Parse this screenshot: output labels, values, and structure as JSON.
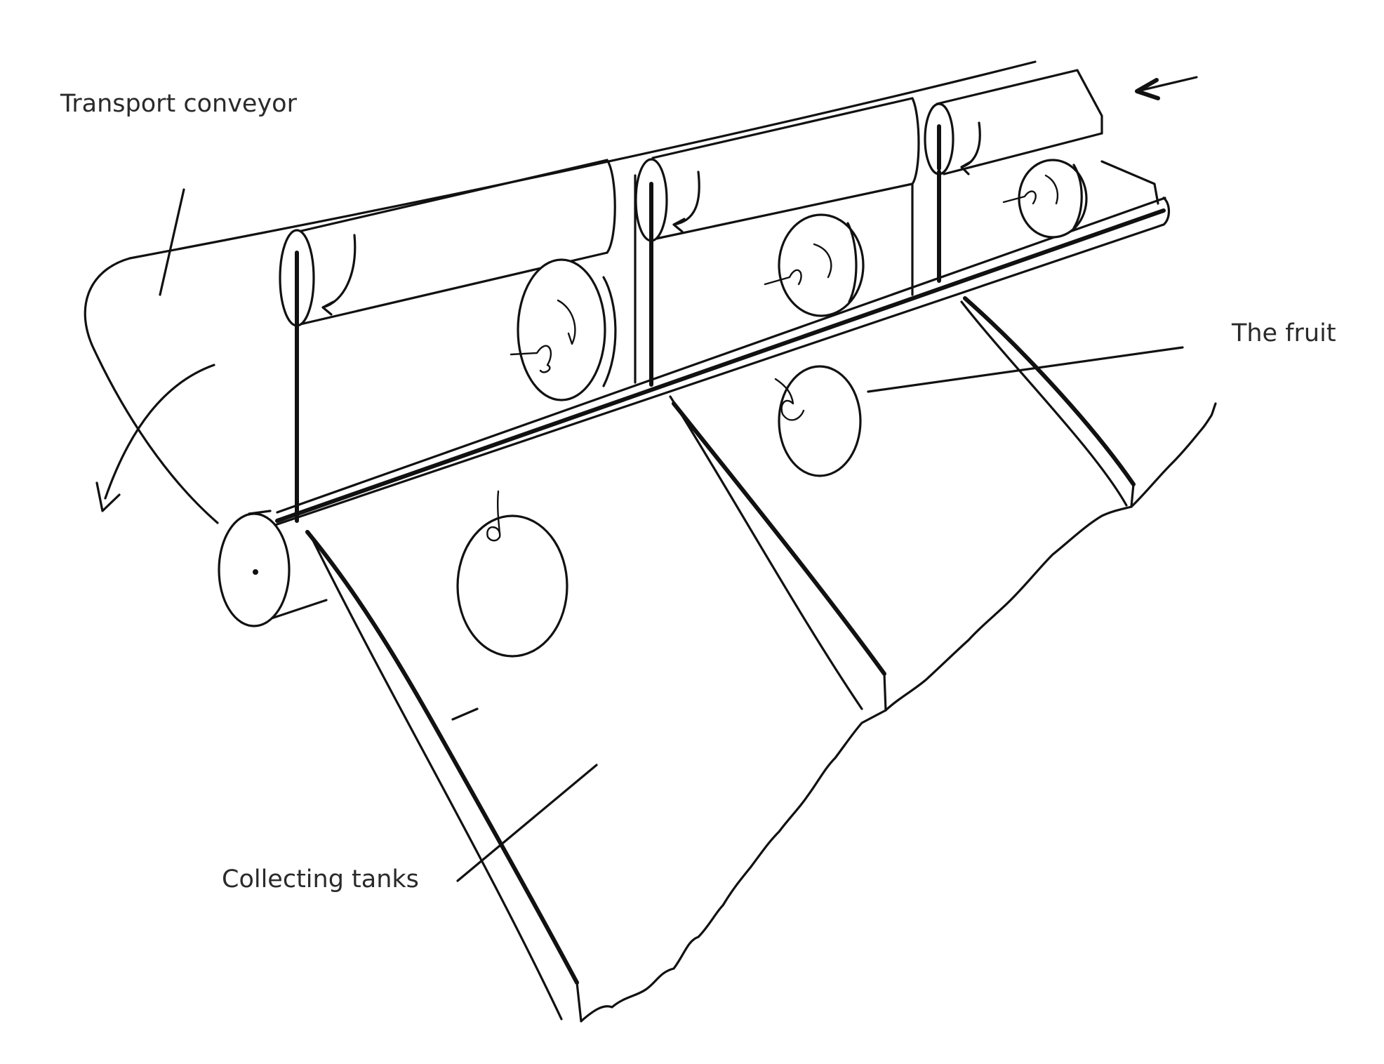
{
  "labels": {
    "transport_conveyor": "Transport conveyor",
    "the_fruit": "The fruit",
    "collecting_tanks": "Collecting tanks"
  },
  "colors": {
    "line": "#111111",
    "label_text": "#2a2a2a",
    "background": "#ffffff"
  }
}
